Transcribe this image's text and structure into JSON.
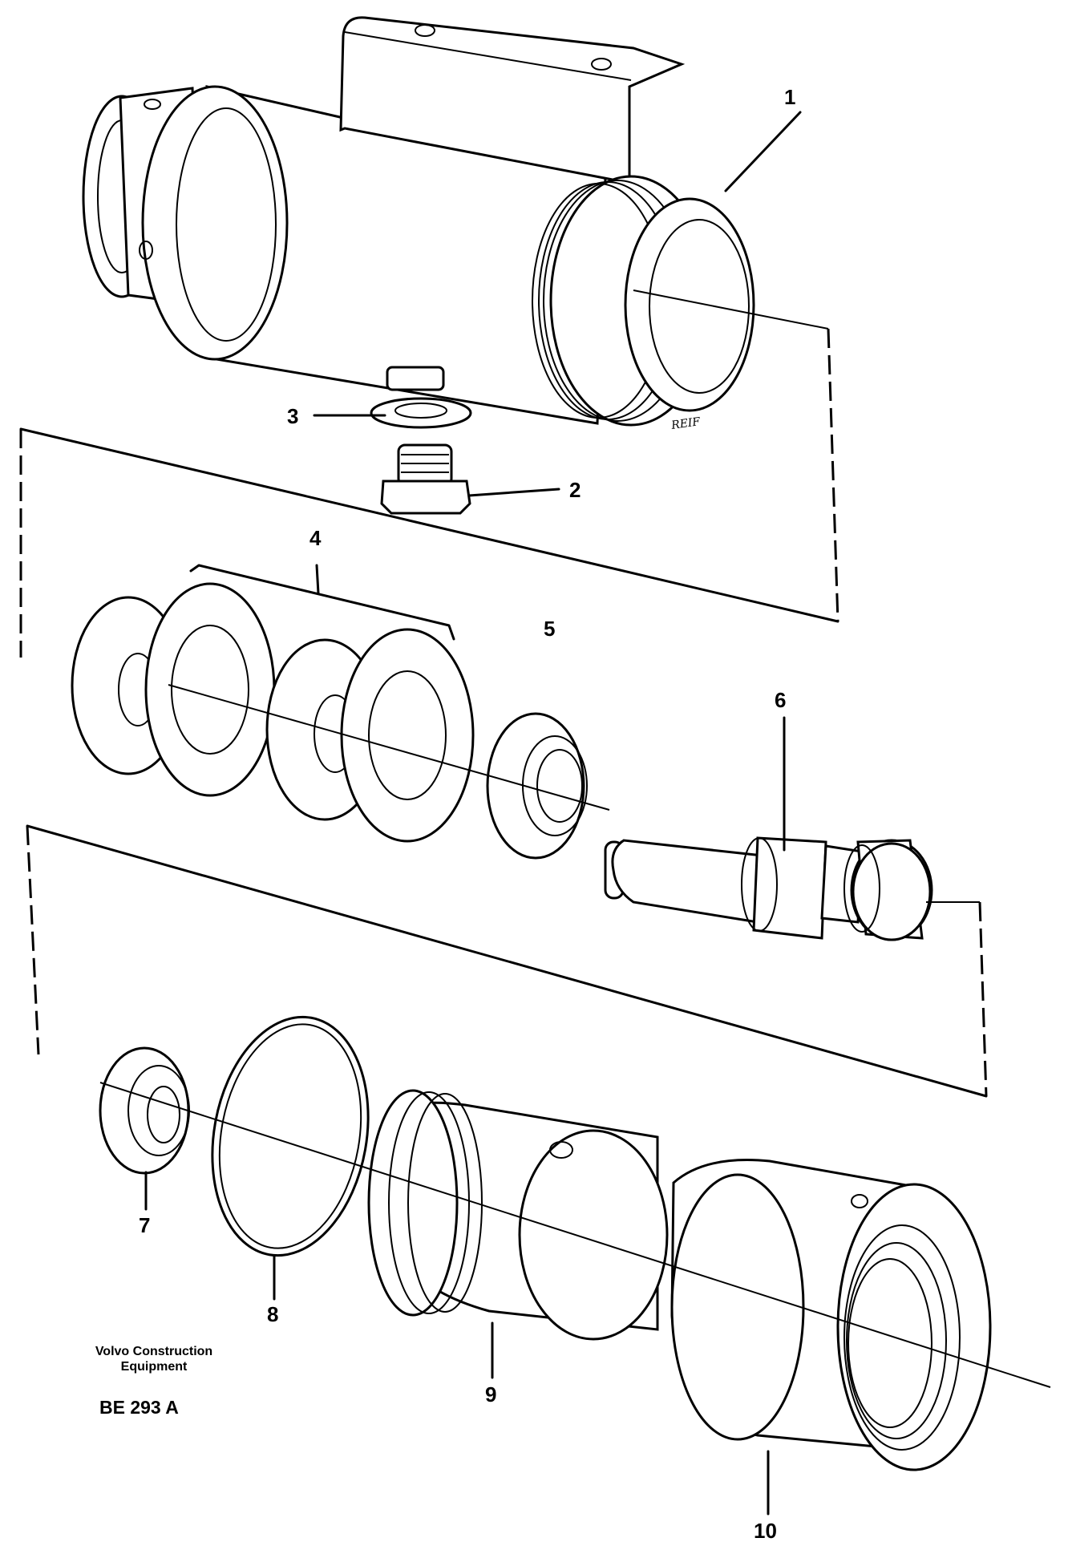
{
  "document": {
    "manufacturer_line1": "Volvo Construction",
    "manufacturer_line2": "Equipment",
    "drawing_code": "BE 293 A",
    "artist_signature": "REIF"
  },
  "callouts": [
    {
      "id": "1",
      "text": "1"
    },
    {
      "id": "2",
      "text": "2"
    },
    {
      "id": "3",
      "text": "3"
    },
    {
      "id": "4",
      "text": "4"
    },
    {
      "id": "5",
      "text": "5"
    },
    {
      "id": "6",
      "text": "6"
    },
    {
      "id": "7",
      "text": "7"
    },
    {
      "id": "8",
      "text": "8"
    },
    {
      "id": "9",
      "text": "9"
    },
    {
      "id": "10",
      "text": "10"
    }
  ]
}
